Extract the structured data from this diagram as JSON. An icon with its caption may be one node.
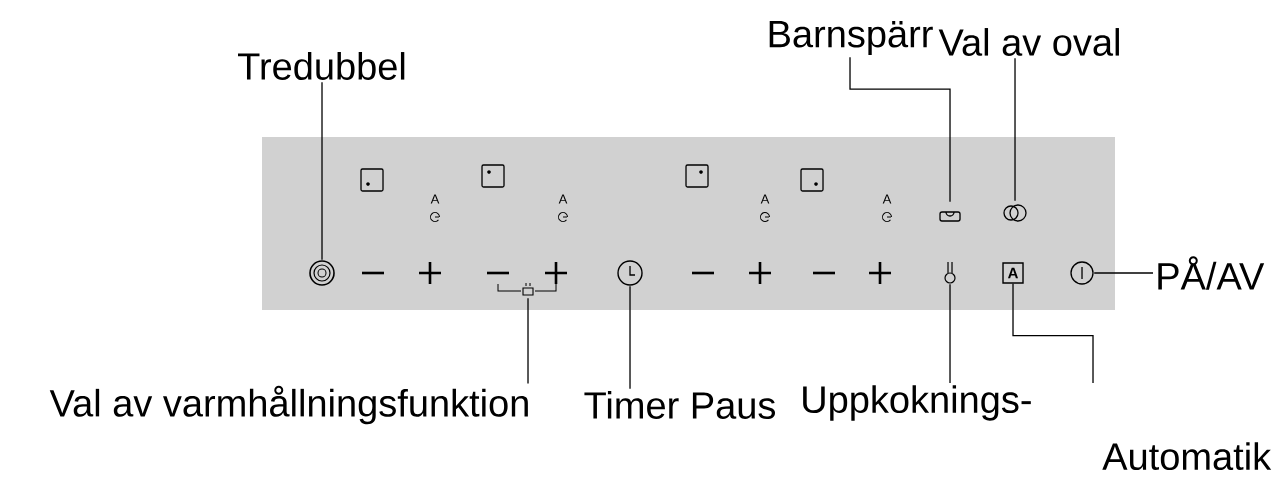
{
  "diagram": {
    "nodes": [
      {
        "text": [
          "Tredubbel"
        ]
      },
      {
        "text": [
          "Barnspärr"
        ]
      },
      {
        "text": [
          "Val av oval"
        ]
      },
      {
        "text": [
          "PÅ/AV"
        ]
      },
      {
        "text": [
          "Val av varmhållningsfunktion"
        ]
      },
      {
        "text": [
          "Timer Paus"
        ]
      },
      {
        "text": [
          "Uppkoknings- Automatik"
        ]
      },
      {
        "text": [],
        "shape": "circle"
      },
      {
        "text": [],
        "shape": "lock"
      },
      {
        "text": [],
        "shape": "oval"
      },
      {
        "text": [],
        "shape": "power"
      },
      {
        "text": [],
        "shape": "pot"
      },
      {
        "text": [],
        "shape": "clock"
      },
      {
        "text": [],
        "shape": "thermometer"
      },
      {
        "text": [
          "A"
        ]
      }
    ],
    "edges": [
      {
        "from": 0,
        "to": 7,
        "arrow": "none"
      },
      {
        "from": 1,
        "to": 8,
        "arrow": "none"
      },
      {
        "from": 2,
        "to": 9,
        "arrow": "none"
      },
      {
        "from": 3,
        "to": 10,
        "arrow": "none"
      },
      {
        "from": 4,
        "to": 11,
        "arrow": "none"
      },
      {
        "from": 5,
        "to": 12,
        "arrow": "none"
      },
      {
        "from": 6,
        "to": 13,
        "arrow": "none"
      },
      {
        "from": 6,
        "to": 14,
        "arrow": "none"
      }
    ],
    "labels": [
      "A",
      "A",
      "A",
      "A"
    ]
  }
}
